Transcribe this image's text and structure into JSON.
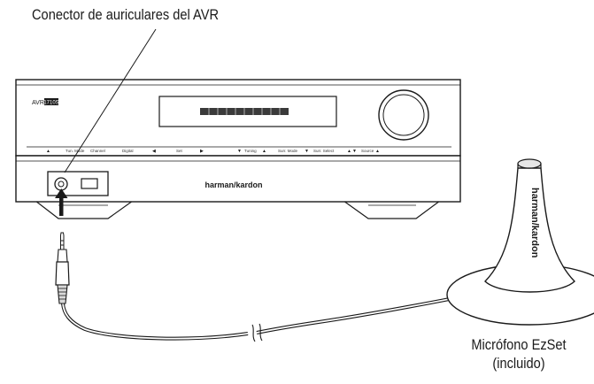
{
  "labels": {
    "headphone_jack": "Conector de auriculares del AVR",
    "microphone_line1": "Micrófono EzSet",
    "microphone_line2": "(incluido)"
  },
  "receiver": {
    "model_badge": "AVR",
    "model_number": "1710S",
    "brand": "harman/kardon",
    "panel_labels": [
      "Tun. Mode",
      "Channel",
      "Digital",
      "Set",
      "Tuning",
      "Surr. Mode",
      "Surr. Select",
      "Source"
    ]
  },
  "microphone": {
    "brand": "harman/kardon"
  },
  "colors": {
    "line": "#1a1a1a",
    "fill": "#ffffff",
    "shade": "#e6e6e6"
  }
}
